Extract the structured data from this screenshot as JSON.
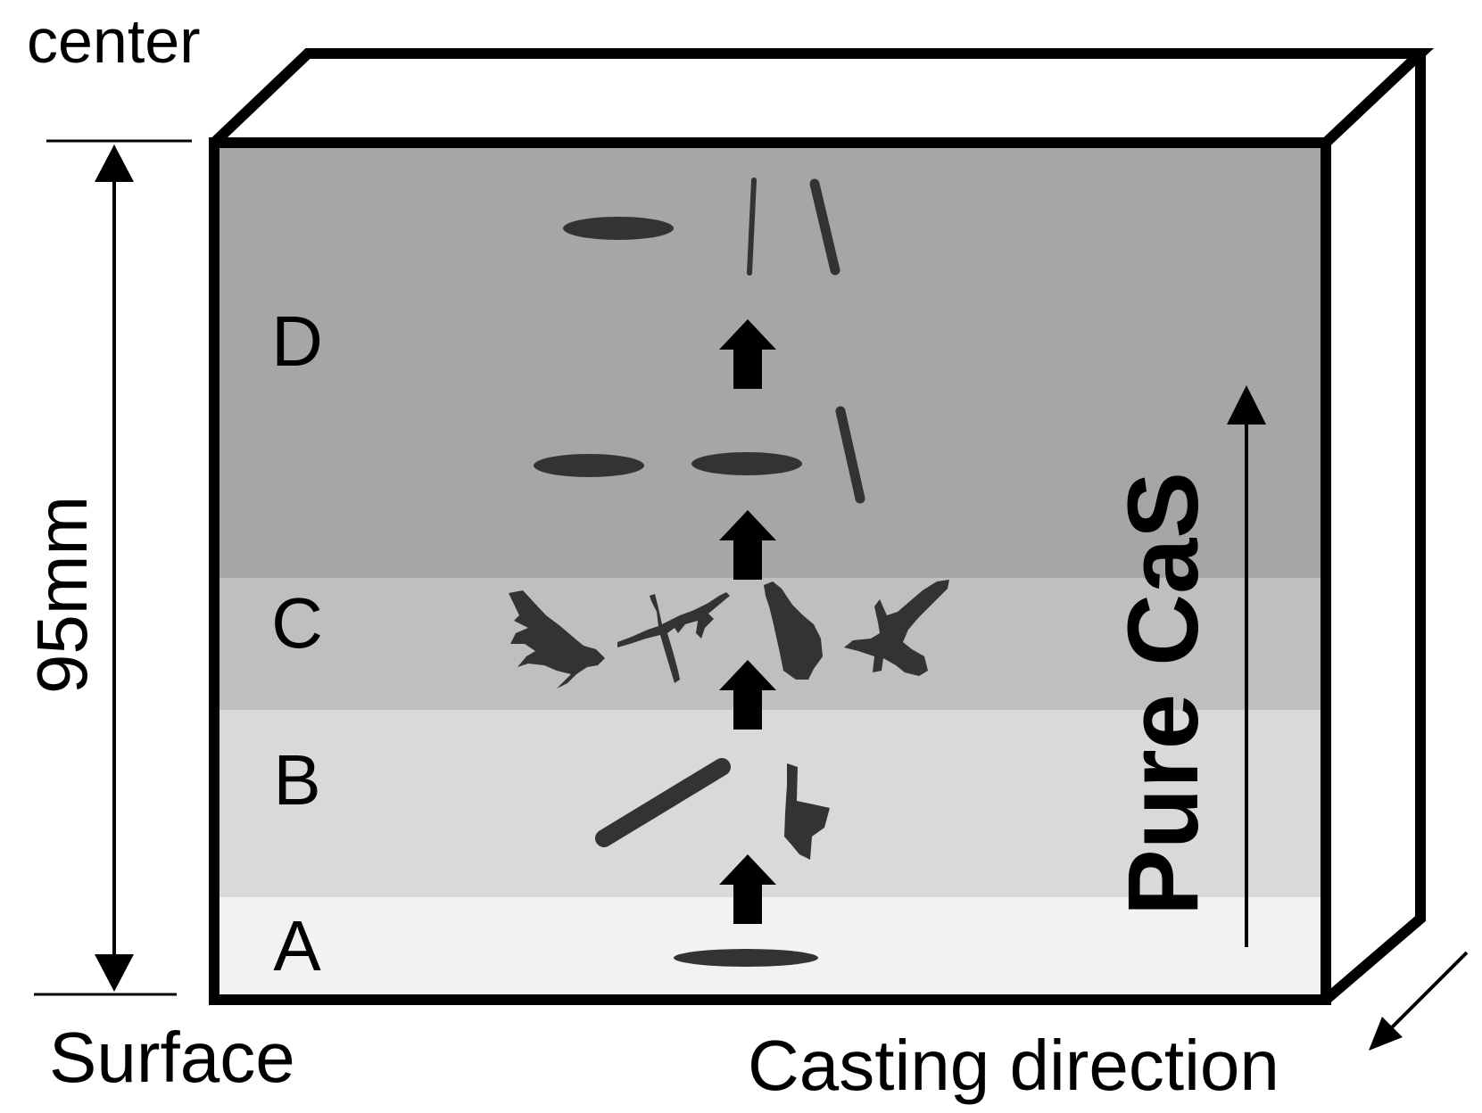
{
  "labels": {
    "center": "center",
    "surface": "Surface",
    "thickness": "95mm",
    "casting_direction": "Casting direction",
    "trend": "Pure CaS"
  },
  "zones": [
    {
      "id": "A",
      "label": "A",
      "color": "#f2f2f2"
    },
    {
      "id": "B",
      "label": "B",
      "color": "#d9d9d9"
    },
    {
      "id": "C",
      "label": "C",
      "color": "#bfbfbf"
    },
    {
      "id": "D",
      "label": "D",
      "color": "#a6a6a6"
    }
  ],
  "colors": {
    "outline": "#000000",
    "inclusion": "#333333",
    "background": "#ffffff"
  }
}
